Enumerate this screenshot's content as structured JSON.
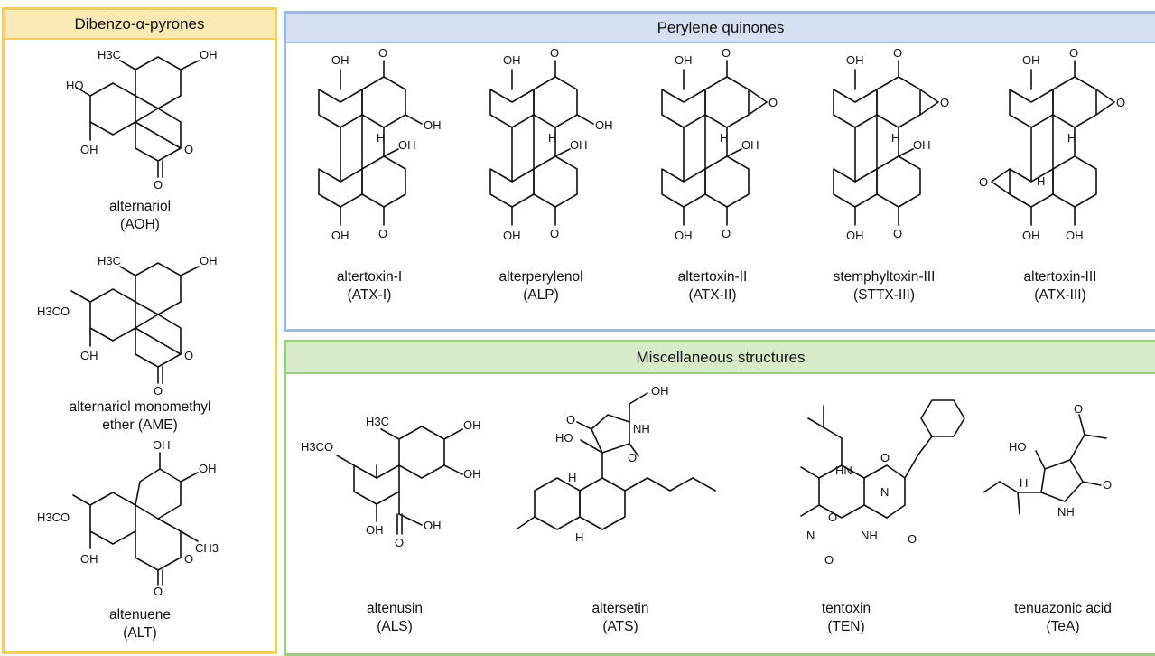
{
  "panels": {
    "dibenzo": {
      "title": "Dibenzo-α-pyrones",
      "compounds": [
        {
          "name": "alternariol",
          "abbr": "(AOH)"
        },
        {
          "name": "alternariol monomethyl",
          "abbr": "ether (AME)"
        },
        {
          "name": "altenuene",
          "abbr": "(ALT)"
        }
      ]
    },
    "perylene": {
      "title": "Perylene quinones",
      "compounds": [
        {
          "name": "altertoxin-I",
          "abbr": "(ATX-I)"
        },
        {
          "name": "alterperylenol",
          "abbr": "(ALP)"
        },
        {
          "name": "altertoxin-II",
          "abbr": "(ATX-II)"
        },
        {
          "name": "stemphyltoxin-III",
          "abbr": "(STTX-III)"
        },
        {
          "name": "altertoxin-III",
          "abbr": "(ATX-III)"
        }
      ]
    },
    "misc": {
      "title": "Miscellaneous structures",
      "compounds": [
        {
          "name": "altenusin",
          "abbr": "(ALS)"
        },
        {
          "name": "altersetin",
          "abbr": "(ATS)"
        },
        {
          "name": "tentoxin",
          "abbr": "(TEN)"
        },
        {
          "name": "tenuazonic acid",
          "abbr": "(TeA)"
        }
      ]
    }
  },
  "atom_labels": {
    "oh": "OH",
    "ho": "HO",
    "o": "O",
    "h": "H",
    "nh": "NH",
    "hn": "HN",
    "n": "N",
    "h3c": "H3C",
    "ch3": "CH3",
    "h3co": "H3CO"
  }
}
